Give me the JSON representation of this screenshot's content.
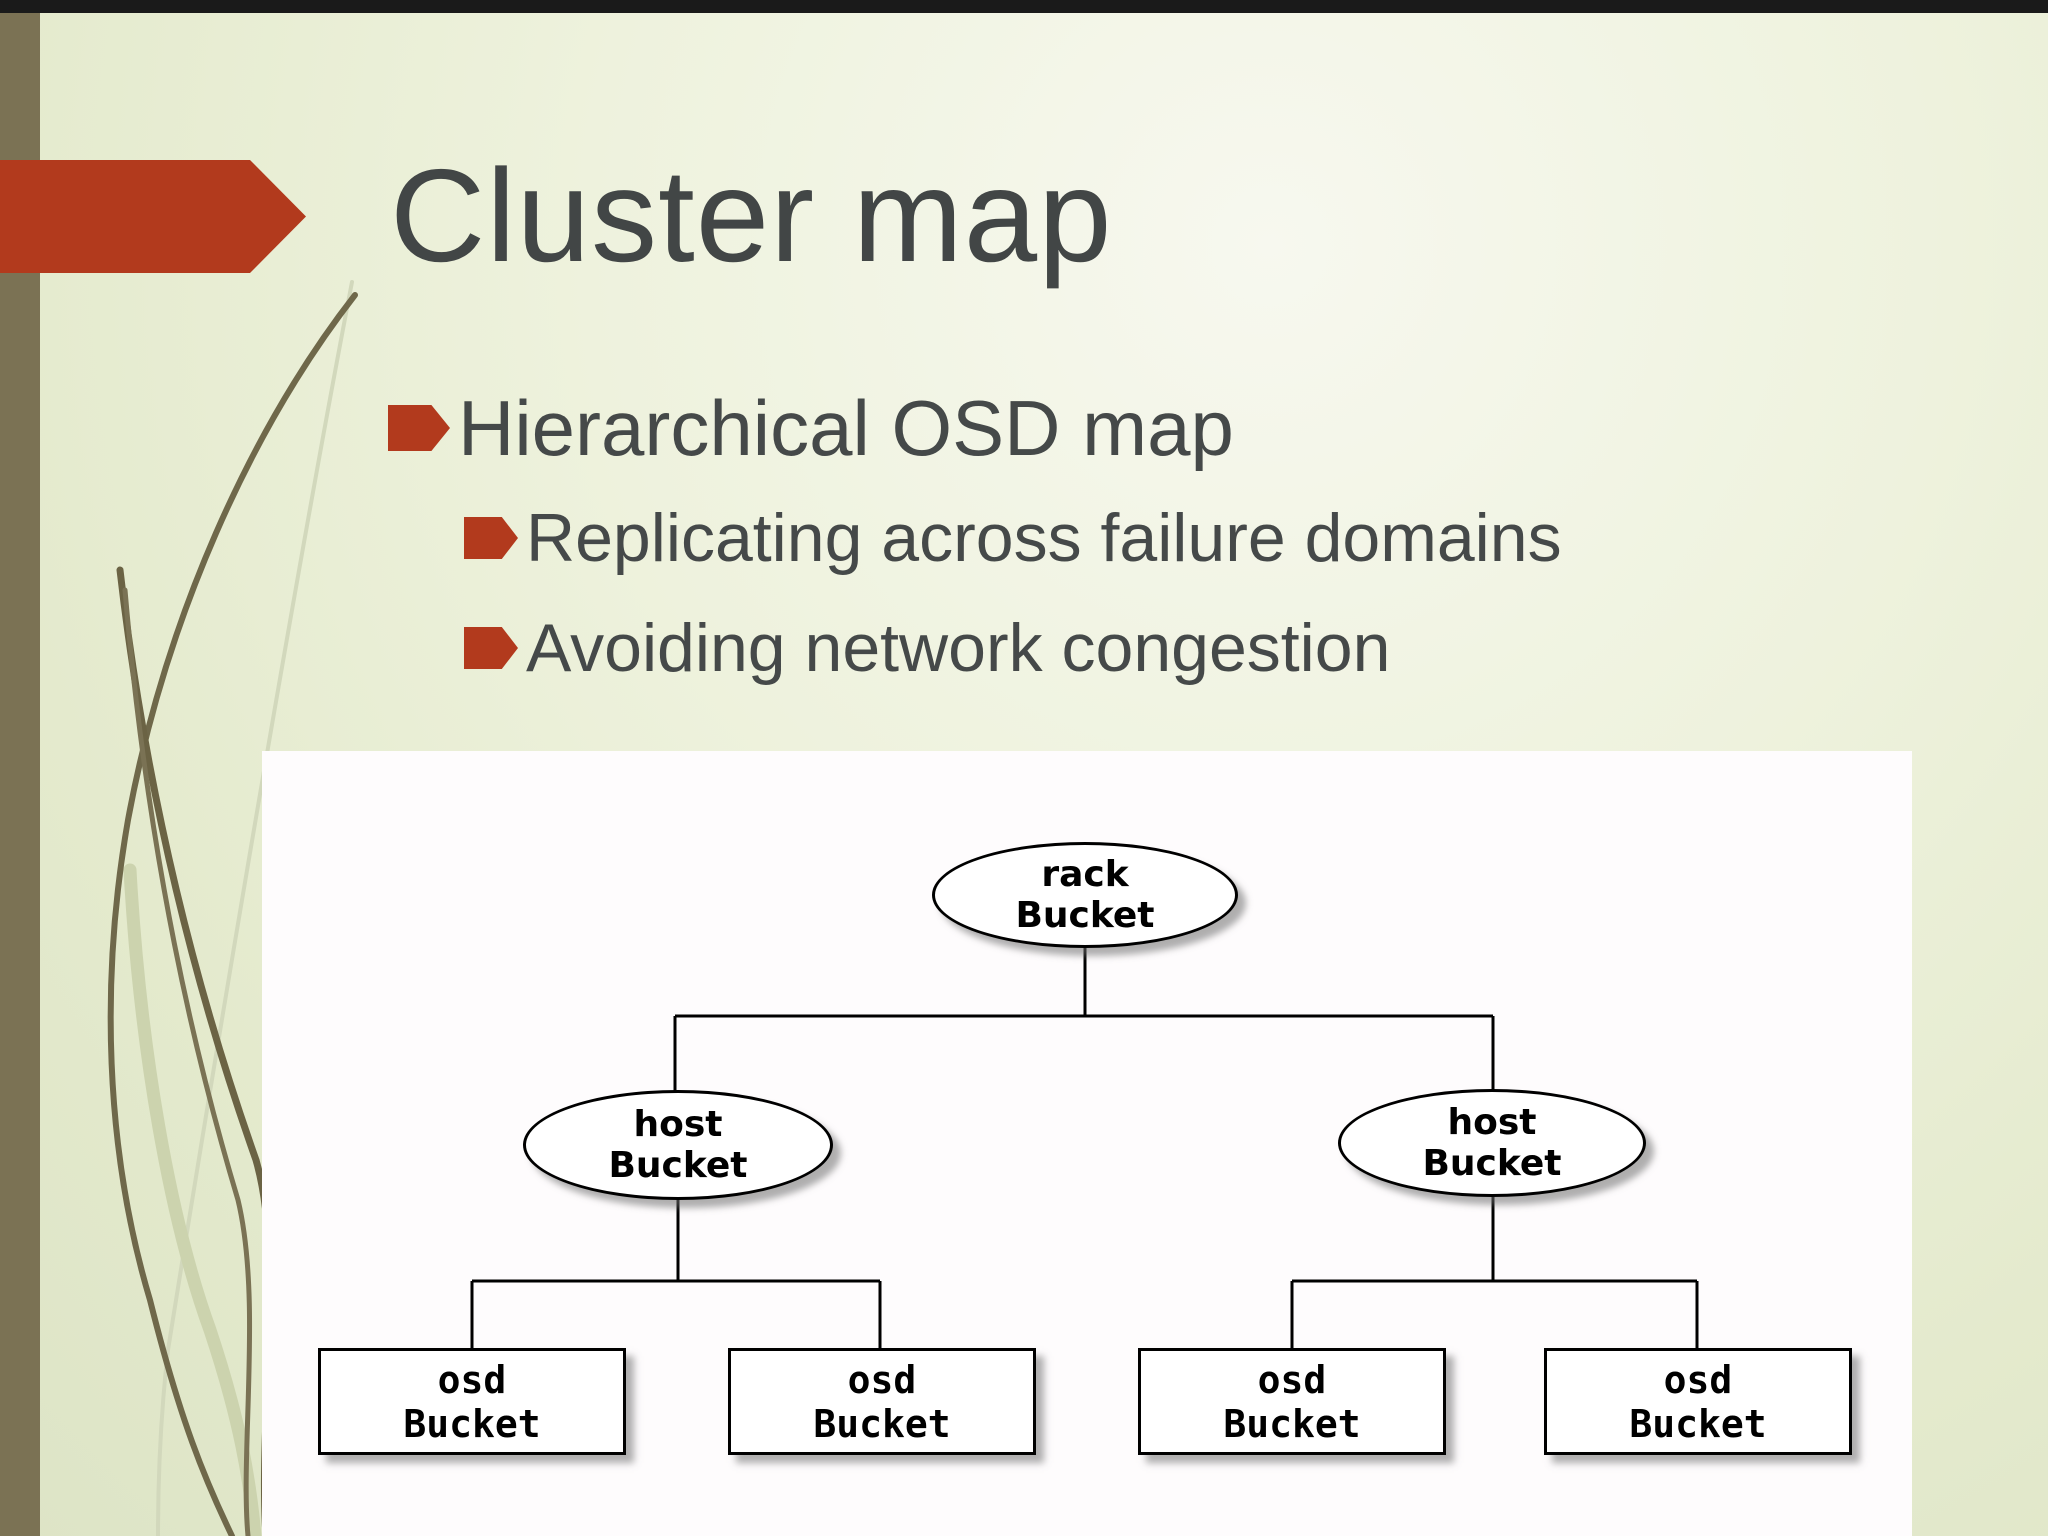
{
  "slide": {
    "title": "Cluster map",
    "bullets": [
      {
        "label": "Hierarchical OSD map",
        "level": 1
      },
      {
        "label": "Replicating across failure domains",
        "level": 2
      },
      {
        "label": "Avoiding network congestion",
        "level": 2
      }
    ]
  },
  "colors": {
    "accent_red": "#b23a1d",
    "olive_sidebar": "#7b7254",
    "top_bar": "#1a1a1a",
    "body_text": "#454949",
    "background_green": "#eef2dd",
    "panel_white": "#fefcfd",
    "node_border": "#000000"
  },
  "diagram": {
    "root": {
      "label_line1": "rack",
      "label_line2": "Bucket"
    },
    "hosts": [
      {
        "label_line1": "host",
        "label_line2": "Bucket"
      },
      {
        "label_line1": "host",
        "label_line2": "Bucket"
      }
    ],
    "osds": [
      {
        "label_line1": "osd",
        "label_line2": "Bucket"
      },
      {
        "label_line1": "osd",
        "label_line2": "Bucket"
      },
      {
        "label_line1": "osd",
        "label_line2": "Bucket"
      },
      {
        "label_line1": "osd",
        "label_line2": "Bucket"
      }
    ]
  }
}
